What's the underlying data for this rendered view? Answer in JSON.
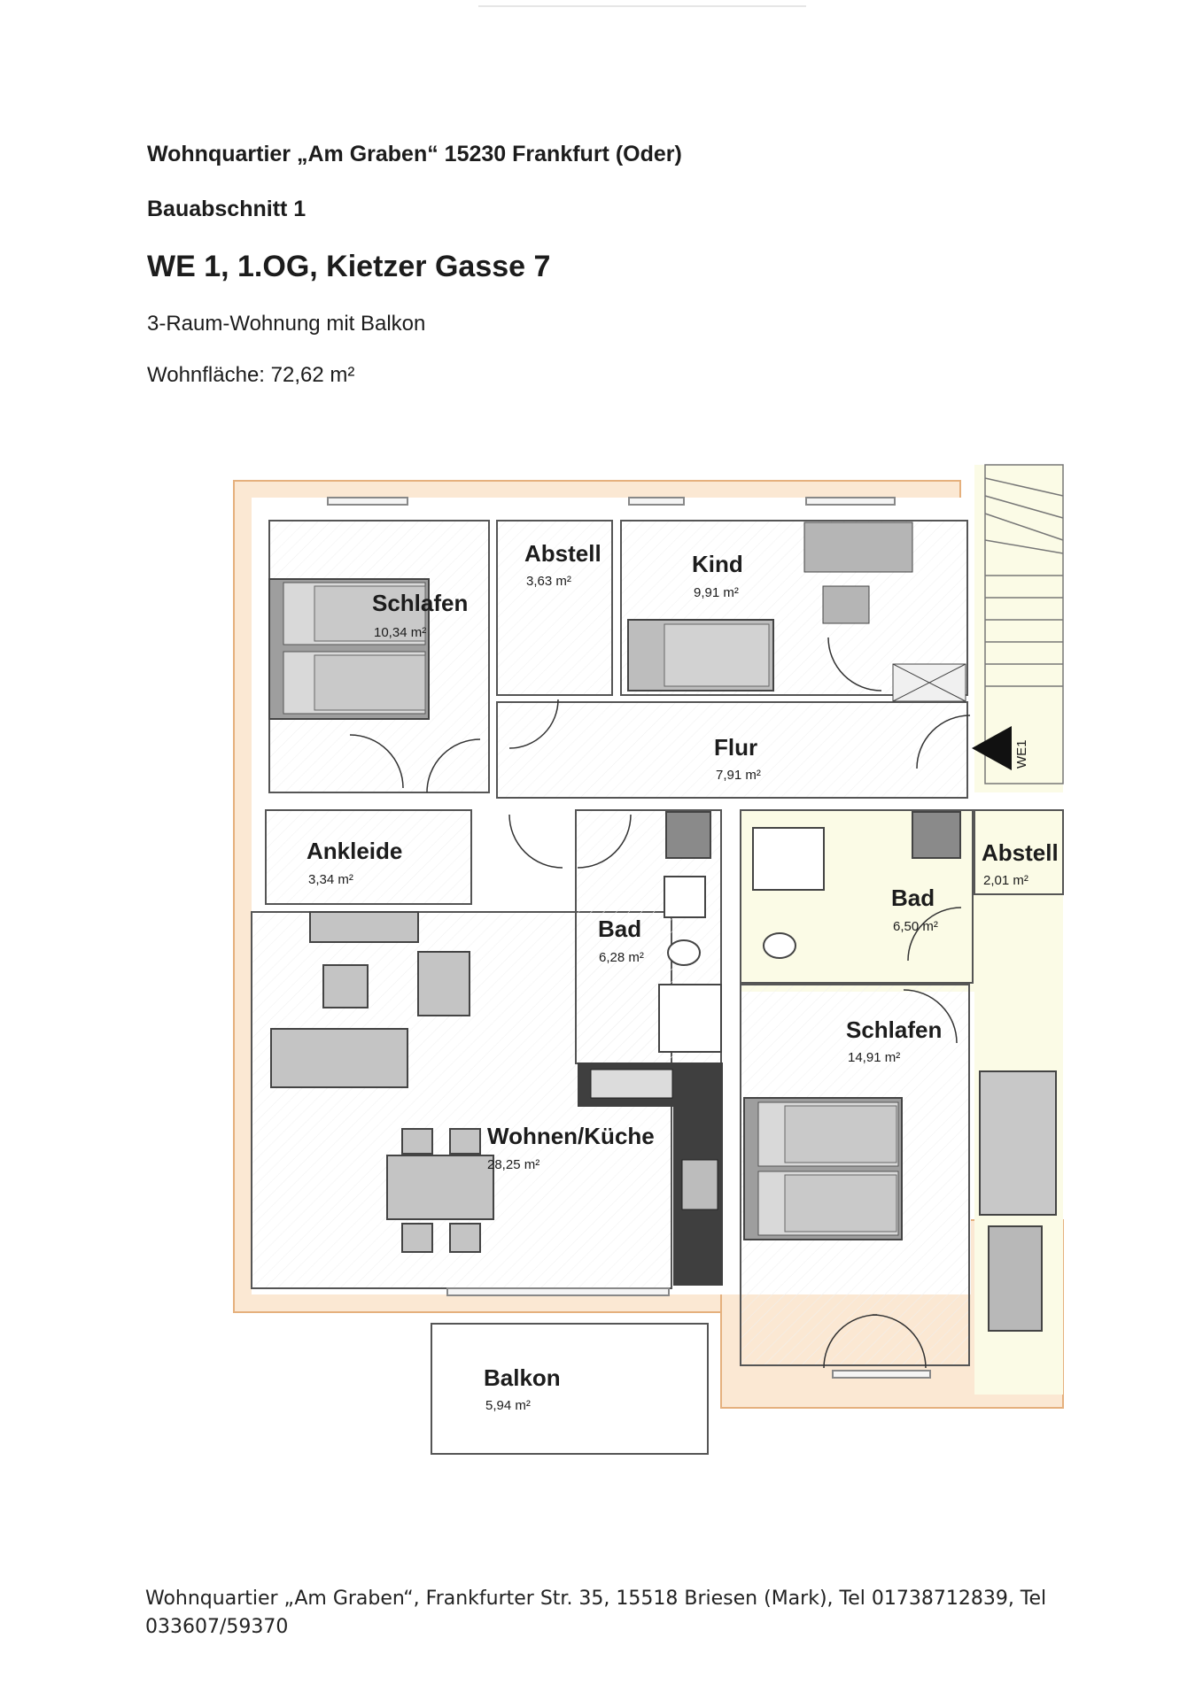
{
  "header": {
    "project": "Wohnquartier „Am Graben“ 15230 Frankfurt (Oder)",
    "phase": "Bauabschnitt 1",
    "unit": "WE 1, 1.OG, Kietzer Gasse 7",
    "type": "3-Raum-Wohnung mit Balkon",
    "living_area": "Wohnfläche: 72,62 m²"
  },
  "rooms": {
    "schlafen1": {
      "name": "Schlafen",
      "area": "10,34 m²"
    },
    "abstell1": {
      "name": "Abstell",
      "area": "3,63 m²"
    },
    "kind": {
      "name": "Kind",
      "area": "9,91 m²"
    },
    "flur": {
      "name": "Flur",
      "area": "7,91 m²"
    },
    "ankleide": {
      "name": "Ankleide",
      "area": "3,34 m²"
    },
    "bad1": {
      "name": "Bad",
      "area": "6,28 m²"
    },
    "bad2": {
      "name": "Bad",
      "area": "6,50 m²"
    },
    "abstell2": {
      "name": "Abstell",
      "area": "2,01 m²"
    },
    "schlafen2": {
      "name": "Schlafen",
      "area": "14,91 m²"
    },
    "wohnen": {
      "name": "Wohnen/Küche",
      "area": "28,25 m²"
    },
    "balkon": {
      "name": "Balkon",
      "area": "5,94 m²"
    }
  },
  "entrance_tag": "WE1",
  "colors": {
    "wall_fill": "#fbe8d3",
    "wall_stroke": "#e5b07d",
    "neighbor_fill": "#fbfbe6",
    "furniture": "#b9b9b9",
    "kitchen": "#3f3f3f"
  },
  "footer": "Wohnquartier „Am Graben“, Frankfurter Str. 35, 15518 Briesen (Mark), Tel 01738712839, Tel 033607/59370"
}
